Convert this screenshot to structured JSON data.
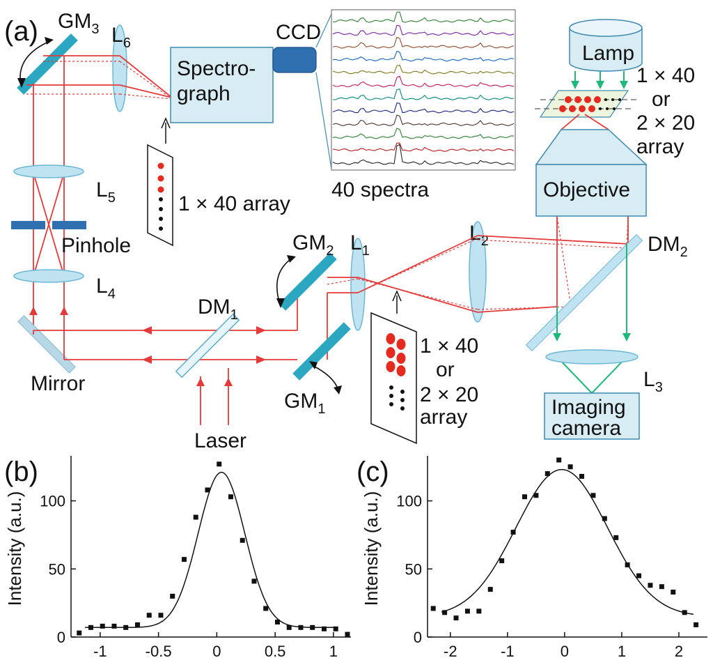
{
  "panels": {
    "a": "(a)",
    "b": "(b)",
    "c": "(c)"
  },
  "components": {
    "gm3": "GM",
    "gm3_sub": "3",
    "l6": "L",
    "l6_sub": "6",
    "ccd": "CCD",
    "spectrograph_line1": "Spectro-",
    "spectrograph_line2": "graph",
    "spectra_caption": "40 spectra",
    "lamp": "Lamp",
    "array_top_line1": "1 × 40",
    "array_top_line2": "or",
    "array_top_line3": "2 × 20",
    "array_top_line4": "array",
    "objective": "Objective",
    "l5": "L",
    "l5_sub": "5",
    "array_left": "1 × 40 array",
    "pinhole": "Pinhole",
    "l4": "L",
    "l4_sub": "4",
    "gm2": "GM",
    "gm2_sub": "2",
    "l1": "L",
    "l1_sub": "1",
    "l2": "L",
    "l2_sub": "2",
    "dm2": "DM",
    "dm2_sub": "2",
    "dm1": "DM",
    "dm1_sub": "1",
    "mirror": "Mirror",
    "gm1": "GM",
    "gm1_sub": "1",
    "array_mid_line1": "1 × 40",
    "array_mid_line2": "or",
    "array_mid_line3": "2 × 20",
    "array_mid_line4": "array",
    "l3": "L",
    "l3_sub": "3",
    "laser": "Laser",
    "imaging_line1": "Imaging",
    "imaging_line2": "camera"
  },
  "colors": {
    "beam": "#e43a3a",
    "green_beam": "#1fb87a",
    "optics": "#2ba7c2",
    "box_fill": "#d8ecf3"
  },
  "spectra": {
    "count": 12,
    "colors": [
      "#2e7d32",
      "#7b1fa2",
      "#8d4a2b",
      "#1565c0",
      "#7a7a1e",
      "#c2185b",
      "#00897b",
      "#1a237e",
      "#4e342e",
      "#2e7d32",
      "#b71c1c",
      "#222222"
    ]
  },
  "chart_data": [
    {
      "type": "scatter",
      "panel": "(b)",
      "ylabel": "Intensity (a.u.)",
      "xlim": [
        -1.25,
        1.15
      ],
      "ylim": [
        0,
        130
      ],
      "xticks": [
        "-1",
        "-0.5",
        "0",
        "0.5",
        "1"
      ],
      "xtick_values": [
        -1,
        -0.5,
        0,
        0.5,
        1
      ],
      "yticks": [
        "0",
        "50",
        "100"
      ],
      "ytick_values": [
        0,
        50,
        100
      ],
      "points_x": [
        -1.18,
        -1.08,
        -0.98,
        -0.88,
        -0.78,
        -0.68,
        -0.58,
        -0.48,
        -0.38,
        -0.28,
        -0.18,
        -0.08,
        0.02,
        0.12,
        0.22,
        0.32,
        0.42,
        0.52,
        0.62,
        0.72,
        0.82,
        0.92,
        1.02,
        1.12
      ],
      "points_y": [
        3,
        7,
        8,
        8,
        7,
        9,
        16,
        16,
        30,
        57,
        88,
        108,
        127,
        103,
        71,
        41,
        21,
        11,
        7,
        7,
        7,
        6,
        6,
        2
      ],
      "fit": {
        "kind": "gaussian",
        "amplitude": 114,
        "center": 0.04,
        "sigma": 0.2,
        "offset": 7
      }
    },
    {
      "type": "scatter",
      "panel": "(c)",
      "ylabel": "Intensity (a.u.)",
      "xlim": [
        -2.4,
        2.5
      ],
      "ylim": [
        0,
        130
      ],
      "xticks": [
        "-2",
        "-1",
        "0",
        "1",
        "2"
      ],
      "xtick_values": [
        -2,
        -1,
        0,
        1,
        2
      ],
      "yticks": [
        "0",
        "50",
        "100"
      ],
      "ytick_values": [
        0,
        50,
        100
      ],
      "points_x": [
        -2.3,
        -2.1,
        -1.9,
        -1.7,
        -1.5,
        -1.3,
        -1.1,
        -0.9,
        -0.7,
        -0.5,
        -0.3,
        -0.1,
        0.1,
        0.3,
        0.5,
        0.7,
        0.9,
        1.1,
        1.3,
        1.5,
        1.7,
        1.9,
        2.1,
        2.3
      ],
      "points_y": [
        21,
        18,
        14,
        19,
        19,
        35,
        56,
        77,
        103,
        104,
        120,
        130,
        125,
        118,
        104,
        87,
        73,
        53,
        45,
        38,
        37,
        33,
        18,
        9
      ],
      "fit": {
        "kind": "gaussian",
        "amplitude": 108,
        "center": -0.05,
        "sigma": 0.8,
        "offset": 15
      }
    }
  ]
}
